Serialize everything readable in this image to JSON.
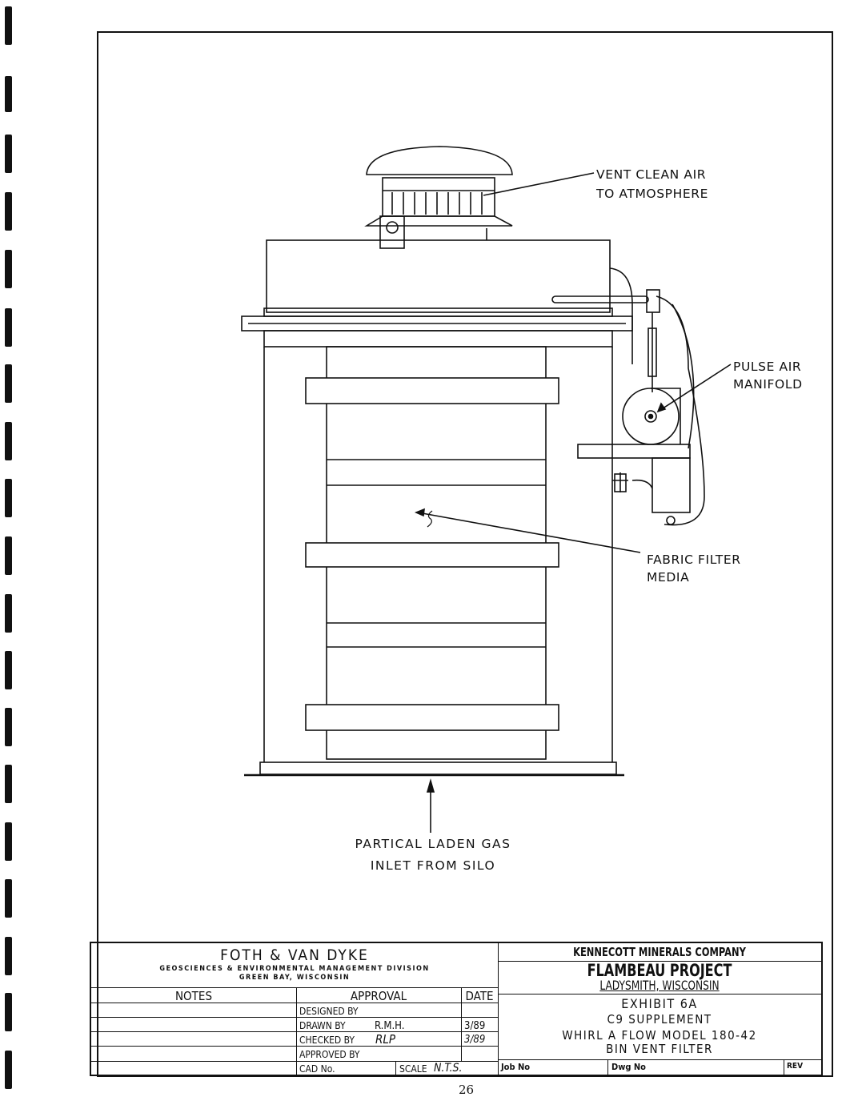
{
  "drawing": {
    "labels": {
      "vent_line1": "VENT CLEAN AIR",
      "vent_line2": "TO ATMOSPHERE",
      "pulse_line1": "PULSE AIR",
      "pulse_line2": "MANIFOLD",
      "fabric_line1": "FABRIC FILTER",
      "fabric_line2": "MEDIA",
      "inlet_line1": "PARTICAL LADEN GAS",
      "inlet_line2": "INLET FROM SILO"
    }
  },
  "title_block": {
    "firm": "FOTH & VAN DYKE",
    "division": "GEOSCIENCES & ENVIRONMENTAL MANAGEMENT DIVISION",
    "location": "GREEN BAY, WISCONSIN",
    "notes_header": "NOTES",
    "approval_header": "APPROVAL",
    "date_header": "DATE",
    "designed_by": "DESIGNED BY",
    "drawn_by": "DRAWN BY",
    "drawn_by_value": "R.M.H.",
    "drawn_date": "3/89",
    "checked_by": "CHECKED BY",
    "checked_by_value": "RLP",
    "checked_date": "3/89",
    "approved_by": "APPROVED BY",
    "cad_no": "CAD No.",
    "scale_label": "SCALE",
    "scale_value": "N.T.S.",
    "client": "KENNECOTT MINERALS COMPANY",
    "project": "FLAMBEAU PROJECT",
    "project_location": "LADYSMITH, WISCONSIN",
    "exhibit": "EXHIBIT 6A",
    "supplement": "C9 SUPPLEMENT",
    "model": "WHIRL A FLOW MODEL 180-42",
    "item": "BIN VENT FILTER",
    "job_no": "Job No",
    "dwg_no": "Dwg No",
    "rev": "REV"
  },
  "page_number": "26"
}
